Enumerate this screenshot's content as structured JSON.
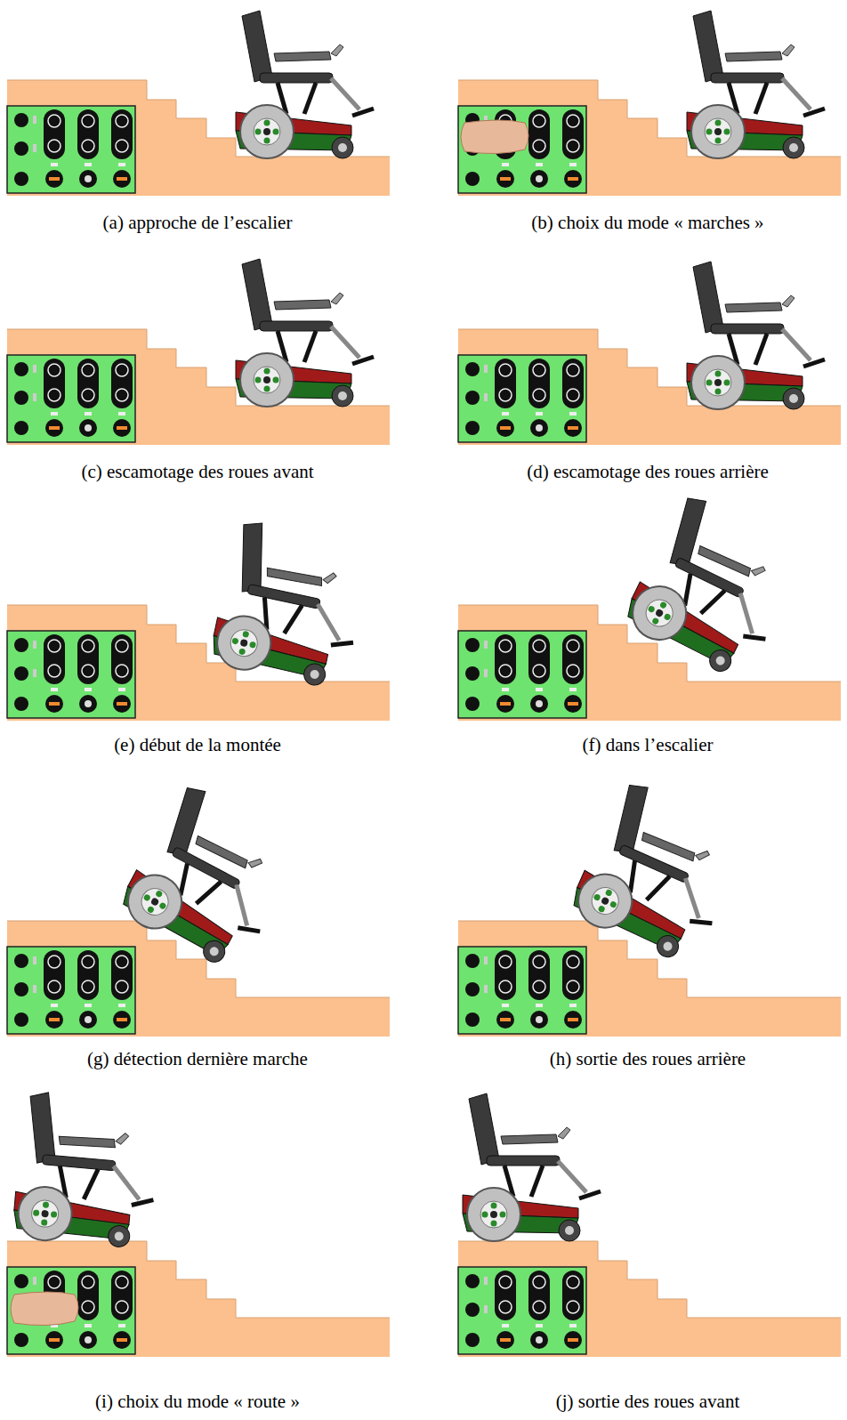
{
  "diagram": {
    "labels": [
      "(a) approche de l’escalier",
      "(b) choix du mode « marches »",
      "(c) escamotage des roues avant",
      "(d) escamotage des roues arrière",
      "(e) début de la montée",
      "(f) dans l’escalier",
      "(g) détection dernière marche",
      "(h) sortie des roues arrière",
      "(i) choix du mode « route »",
      "(j) sortie des roues avant"
    ]
  }
}
